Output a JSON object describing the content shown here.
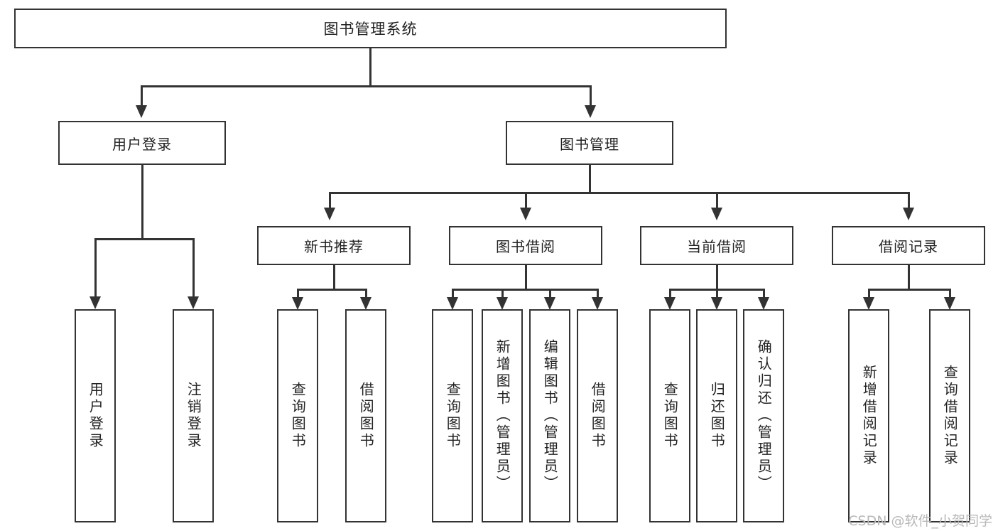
{
  "diagram": {
    "title": "图书管理系统",
    "watermark": "CSDN @软件_小贺同学",
    "colors": {
      "stroke": "#333333",
      "fill": "#ffffff",
      "text": "#222222",
      "watermark": "#b8b8b8"
    },
    "root": {
      "label": "图书管理系统"
    },
    "level1": [
      {
        "label": "用户登录"
      },
      {
        "label": "图书管理"
      }
    ],
    "level2": [
      {
        "label": "新书推荐"
      },
      {
        "label": "图书借阅"
      },
      {
        "label": "当前借阅"
      },
      {
        "label": "借阅记录"
      }
    ],
    "leaves": {
      "user_login": [
        {
          "label": "用户登录"
        },
        {
          "label": "注销登录"
        }
      ],
      "new_book_recommend": [
        {
          "label": "查询图书"
        },
        {
          "label": "借阅图书"
        }
      ],
      "book_borrow": [
        {
          "label": "查询图书"
        },
        {
          "label": "新增图书（管理员）"
        },
        {
          "label": "编辑图书（管理员）"
        },
        {
          "label": "借阅图书"
        }
      ],
      "current_borrow": [
        {
          "label": "查询图书"
        },
        {
          "label": "归还图书"
        },
        {
          "label": "确认归还（管理员）"
        }
      ],
      "borrow_record": [
        {
          "label": "新增借阅记录"
        },
        {
          "label": "查询借阅记录"
        }
      ]
    }
  }
}
